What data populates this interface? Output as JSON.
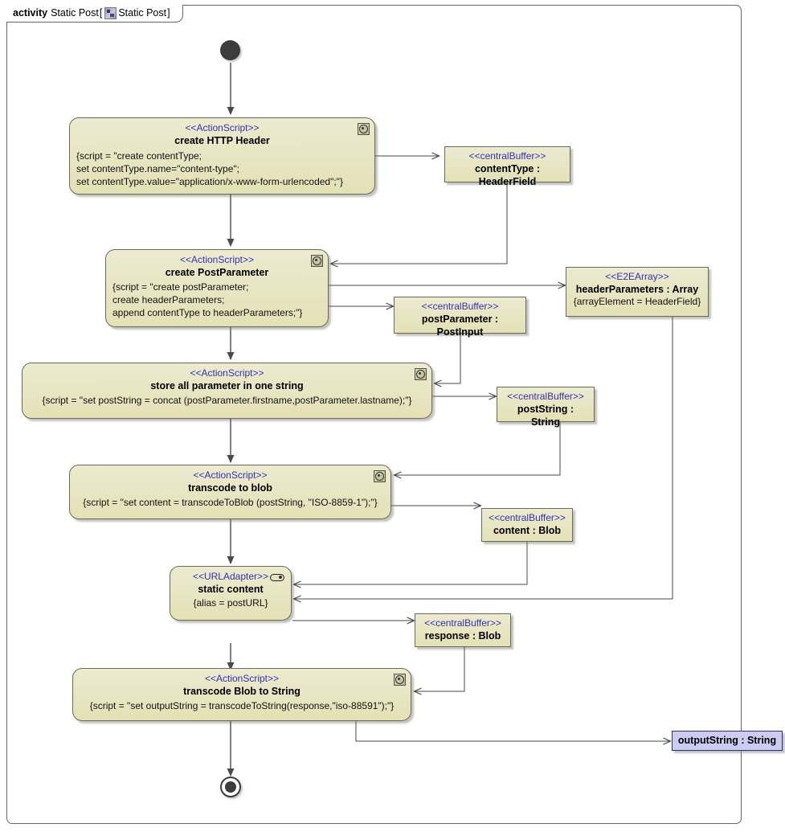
{
  "frame": {
    "keyword": "activity",
    "title": "Static Post",
    "bracket_open": "[",
    "bracket_close": "]",
    "inner_title": "Static Post",
    "icon": "activity-diagram-icon"
  },
  "nodes": {
    "start": {
      "name": "initial-node"
    },
    "end": {
      "name": "activity-final-node"
    },
    "create_http_header": {
      "stereotype": "<<ActionScript>>",
      "name": "create HTTP Header",
      "body": "{script = \"create contentType;\nset contentType.name=\"content-type\";\nset contentType.value=\"application/x-www-form-urlencoded\";\"}",
      "icon": "action-script-icon"
    },
    "content_type_buffer": {
      "stereotype": "<<centralBuffer>>",
      "name": "contentType : HeaderField"
    },
    "create_post_parameter": {
      "stereotype": "<<ActionScript>>",
      "name": "create PostParameter",
      "body": "{script = \"create postParameter;\ncreate headerParameters;\nappend contentType to headerParameters;\"}",
      "icon": "action-script-icon"
    },
    "post_parameter_buffer": {
      "stereotype": "<<centralBuffer>>",
      "name": "postParameter : PostInput"
    },
    "header_parameters_array": {
      "stereotype": "<<E2EArray>>",
      "name": "headerParameters : Array",
      "body": "{arrayElement = HeaderField}"
    },
    "store_all_parameter": {
      "stereotype": "<<ActionScript>>",
      "name": "store all parameter in one string",
      "body": "{script = \"set postString = concat (postParameter.firstname,postParameter.lastname);\"}",
      "icon": "action-script-icon"
    },
    "post_string_buffer": {
      "stereotype": "<<centralBuffer>>",
      "name": "postString : String"
    },
    "transcode_to_blob": {
      "stereotype": "<<ActionScript>>",
      "name": "transcode to blob",
      "body": "{script = \"set content = transcodeToBlob (postString, \"ISO-8859-1\");\"}",
      "icon": "action-script-icon"
    },
    "content_buffer": {
      "stereotype": "<<centralBuffer>>",
      "name": "content : Blob"
    },
    "static_content": {
      "stereotype": "<<URLAdapter>>",
      "name": "static content",
      "body": "{alias = postURL}",
      "icon": "url-adapter-icon"
    },
    "response_buffer": {
      "stereotype": "<<centralBuffer>>",
      "name": "response : Blob"
    },
    "transcode_blob_to_string": {
      "stereotype": "<<ActionScript>>",
      "name": "transcode Blob to String",
      "body": "{script = \"set outputString = transcodeToString(response,\"iso-88591\");\"}",
      "icon": "action-script-icon"
    },
    "output_string": {
      "name": "outputString : String"
    }
  },
  "colors": {
    "node_fill": "#e6e3bb",
    "node_border": "#6b6b55",
    "stereotype_text": "#3333aa",
    "output_fill": "#ccccf2",
    "output_border": "#30306a",
    "edge": "#4a4a4a",
    "frame_border": "#666666"
  }
}
